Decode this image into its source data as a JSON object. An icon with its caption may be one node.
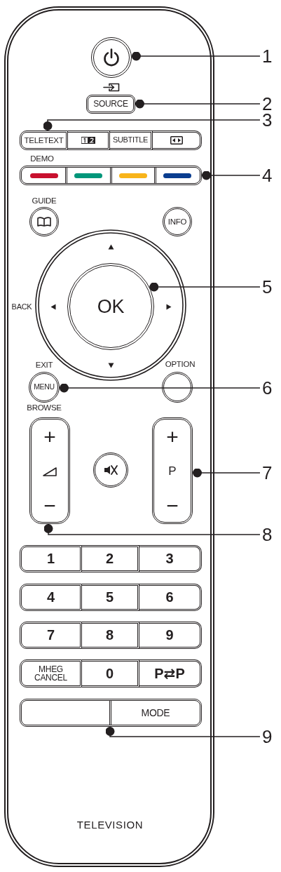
{
  "diagram": {
    "nodes": [
      {
        "text": [],
        "shape": "circle"
      },
      {
        "text": [
          "1"
        ]
      },
      {
        "text": [
          "SOURCE"
        ]
      },
      {
        "text": [
          "2"
        ]
      },
      {
        "text": [
          "3"
        ]
      },
      {
        "text": [
          "TELETEXT"
        ]
      },
      {
        "text": [],
        "shape": "box"
      },
      {
        "text": [
          "SUBTITLE"
        ]
      },
      {
        "text": [],
        "shape": "box"
      },
      {
        "text": [],
        "shape": "bar",
        "beside": [
          "DEMO"
        ]
      },
      {
        "text": [
          "4"
        ]
      },
      {
        "text": [],
        "shape": "circle",
        "beside": [
          "GUIDE"
        ]
      },
      {
        "text": [
          "INFO"
        ]
      },
      {
        "text": [
          "OK"
        ]
      },
      {
        "text": [
          "5"
        ]
      },
      {
        "text": [
          "MENU"
        ],
        "beside": [
          "EXIT",
          "BROWSE"
        ]
      },
      {
        "text": [],
        "shape": "circle",
        "beside": [
          "OPTION"
        ]
      },
      {
        "text": [
          "6"
        ]
      },
      {
        "text": [
          "+",
          "−"
        ]
      },
      {
        "text": [],
        "shape": "circle"
      },
      {
        "text": [
          "+",
          "P",
          "−"
        ]
      },
      {
        "text": [
          "7"
        ]
      },
      {
        "text": [
          "8"
        ]
      },
      {
        "text": [
          "1"
        ]
      },
      {
        "text": [
          "2"
        ]
      },
      {
        "text": [
          "3"
        ]
      },
      {
        "text": [
          "4"
        ]
      },
      {
        "text": [
          "5"
        ]
      },
      {
        "text": [
          "6"
        ]
      },
      {
        "text": [
          "7"
        ]
      },
      {
        "text": [
          "8"
        ]
      },
      {
        "text": [
          "9"
        ]
      },
      {
        "text": [
          "MHEG CANCEL"
        ]
      },
      {
        "text": [
          "0"
        ]
      },
      {
        "text": [
          "P⇄P"
        ]
      },
      {
        "text": [
          "MODE"
        ]
      },
      {
        "text": [
          "9"
        ]
      }
    ],
    "edges": [
      {
        "from": 1,
        "to": 0,
        "arrow": "other"
      },
      {
        "from": 3,
        "to": 2,
        "arrow": "other"
      },
      {
        "from": 4,
        "to": 5,
        "arrow": "other"
      },
      {
        "from": 10,
        "to": 9,
        "arrow": "other"
      },
      {
        "from": 14,
        "to": 13,
        "arrow": "other"
      },
      {
        "from": 17,
        "to": 15,
        "arrow": "other"
      },
      {
        "from": 21,
        "to": 20,
        "arrow": "other"
      },
      {
        "from": 22,
        "to": 18,
        "arrow": "other"
      },
      {
        "from": 36,
        "to": 35,
        "arrow": "other"
      }
    ],
    "labels": [
      "BACK",
      "TELEVISION"
    ]
  }
}
